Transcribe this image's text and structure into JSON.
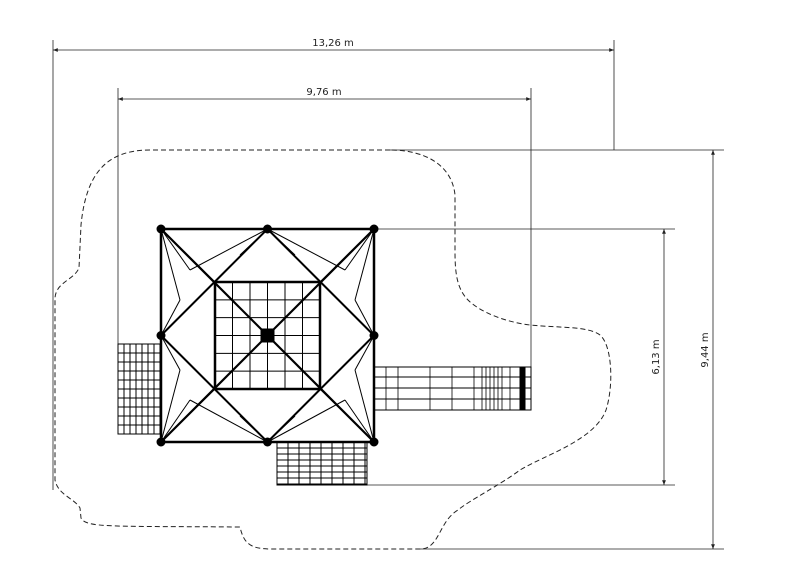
{
  "dimensions": {
    "overall_width": "13,26 m",
    "structure_width": "9,76 m",
    "structure_depth": "6,13 m",
    "overall_depth": "9,44 m"
  },
  "colors": {
    "line": "#000000",
    "dim_line": "#222222"
  }
}
